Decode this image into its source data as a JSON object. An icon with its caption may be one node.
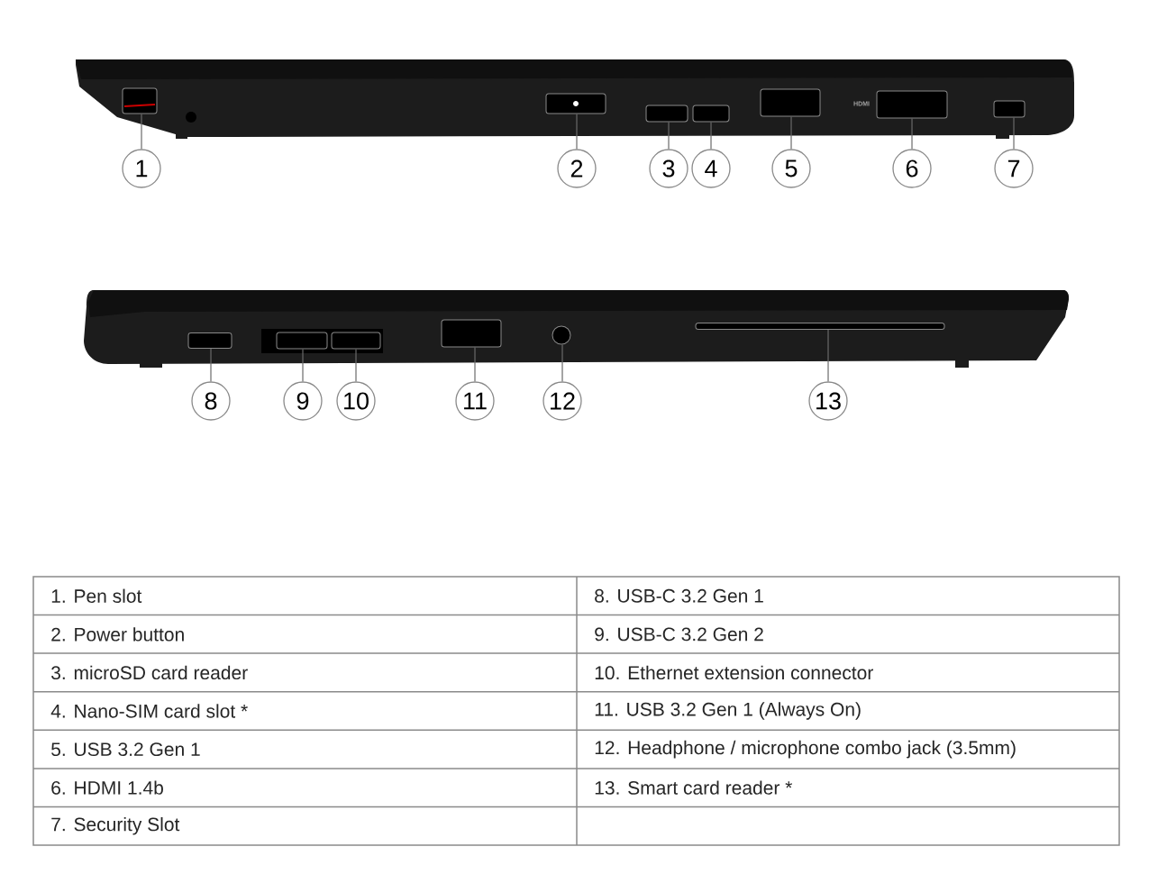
{
  "diagram": {
    "nodes": [
      {
        "text": [
          "1"
        ]
      },
      {
        "text": [
          "2"
        ]
      },
      {
        "text": [
          "3"
        ]
      },
      {
        "text": [
          "4"
        ]
      },
      {
        "text": [
          "5"
        ]
      },
      {
        "text": [
          "6"
        ]
      },
      {
        "text": [
          "7"
        ]
      },
      {
        "text": [
          "8"
        ]
      },
      {
        "text": [
          "9"
        ]
      },
      {
        "text": [
          "10"
        ]
      },
      {
        "text": [
          "11"
        ]
      },
      {
        "text": [
          "12"
        ]
      },
      {
        "text": [
          "13"
        ]
      },
      {
        "text": [],
        "shape": "box"
      },
      {
        "text": [],
        "shape": "box"
      },
      {
        "text": [],
        "shape": "box"
      },
      {
        "text": [],
        "shape": "box"
      },
      {
        "text": [],
        "shape": "box"
      },
      {
        "text": [],
        "shape": "box"
      },
      {
        "text": [],
        "shape": "box"
      },
      {
        "text": [],
        "shape": "box"
      },
      {
        "text": [],
        "shape": "box"
      },
      {
        "text": [],
        "shape": "box"
      },
      {
        "text": [],
        "shape": "box"
      },
      {
        "text": [],
        "shape": "circle"
      },
      {
        "text": [],
        "shape": "box"
      }
    ],
    "edges": [
      {
        "from": 0,
        "to": 13,
        "arrow": "none"
      },
      {
        "from": 1,
        "to": 14,
        "arrow": "none"
      },
      {
        "from": 2,
        "to": 15,
        "arrow": "none"
      },
      {
        "from": 3,
        "to": 16,
        "arrow": "none"
      },
      {
        "from": 4,
        "to": 17,
        "arrow": "none"
      },
      {
        "from": 5,
        "to": 18,
        "arrow": "none"
      },
      {
        "from": 6,
        "to": 19,
        "arrow": "none"
      },
      {
        "from": 7,
        "to": 20,
        "arrow": "none"
      },
      {
        "from": 8,
        "to": 21,
        "arrow": "none"
      },
      {
        "from": 9,
        "to": 22,
        "arrow": "none"
      },
      {
        "from": 10,
        "to": 23,
        "arrow": "none"
      },
      {
        "from": 11,
        "to": 24,
        "arrow": "none"
      },
      {
        "from": 12,
        "to": 25,
        "arrow": "none"
      }
    ],
    "labels": [
      "HDMI",
      "1.  Pen slot",
      "8.  USB-C 3.2 Gen 1",
      "2.  Power button",
      "9.  USB-C 3.2 Gen 2",
      "3.  microSD card reader",
      "10. Ethernet extension connector",
      "4.  Nano-SIM card slot *",
      "11.  USB 3.2 Gen 1 (Always On)",
      "5.  USB 3.2 Gen 1",
      "12.  Headphone / microphone combo jack (3.5mm)",
      "6.  HDMI 1.4b",
      "13.  Smart card reader *",
      "7.  Security Slot"
    ]
  }
}
